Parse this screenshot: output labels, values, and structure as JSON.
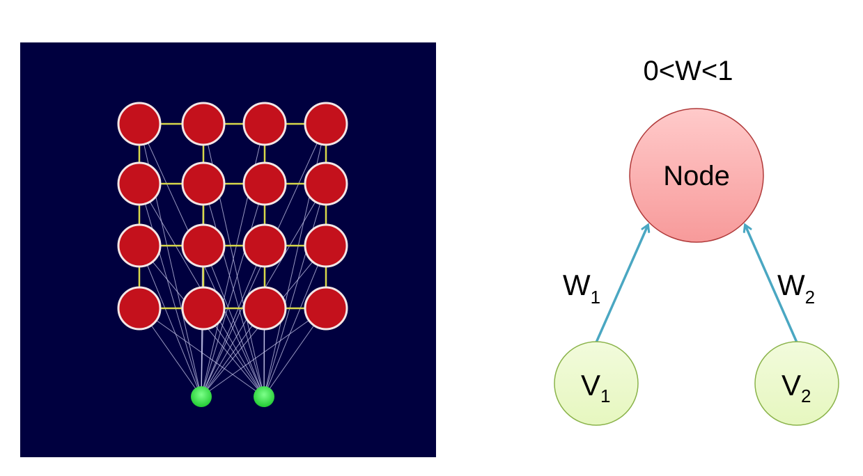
{
  "som_panel": {
    "grid_rows": 4,
    "grid_cols": 4,
    "input_count": 2,
    "colors": {
      "background": "#00003f",
      "node_fill": "#c4111c",
      "node_stroke": "#f3e6e6",
      "grid_line": "#d8d84a",
      "weight_line": "#c9c9ee",
      "input_node": "#22cc33"
    }
  },
  "diagram": {
    "constraint": "0<W<1",
    "node_label": "Node",
    "weights": [
      {
        "base": "W",
        "sub": "1"
      },
      {
        "base": "W",
        "sub": "2"
      }
    ],
    "inputs": [
      {
        "base": "V",
        "sub": "1"
      },
      {
        "base": "V",
        "sub": "2"
      }
    ],
    "colors": {
      "node_fill_top": "#ffcaca",
      "node_fill_bottom": "#f79a9a",
      "node_stroke": "#b03a3a",
      "input_fill": "#e6f7bf",
      "input_stroke": "#8ab34a",
      "arrow": "#4aa7c2"
    }
  }
}
